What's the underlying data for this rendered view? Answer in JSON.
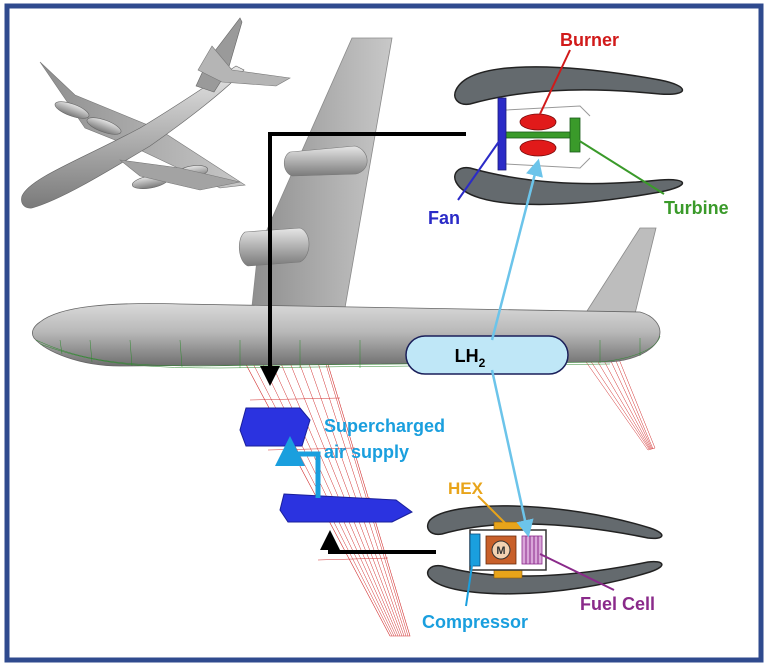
{
  "labels": {
    "burner": "Burner",
    "fan": "Fan",
    "turbine": "Turbine",
    "lh2_main": "LH",
    "lh2_sub": "2",
    "supercharged_line1": "Supercharged",
    "supercharged_line2": "air supply",
    "hex": "HEX",
    "motor": "M",
    "compressor": "Compressor",
    "fuel_cell": "Fuel Cell"
  },
  "colors": {
    "border": "#2f4a8e",
    "burner": "#d11a1a",
    "fan": "#2b2bc7",
    "turbine": "#3a9a2a",
    "lh2_fill": "#bfe7f7",
    "lh2_line": "#6cc4ea",
    "supply": "#1a9fde",
    "hex": "#e8a41a",
    "compressor": "#1a9fde",
    "fuel_cell": "#8a2a8a",
    "motor": "#c8602a",
    "airframe": "#9e9e9e",
    "nacelle": "#646a6e",
    "tank": "#2b33e0",
    "wire_red": "#d23030",
    "wire_green": "#2f8a2f"
  },
  "icons": {
    "fan_shaft": "fan-shaft-icon",
    "motor": "motor-icon",
    "aircraft": "aircraft-3d-icon"
  }
}
